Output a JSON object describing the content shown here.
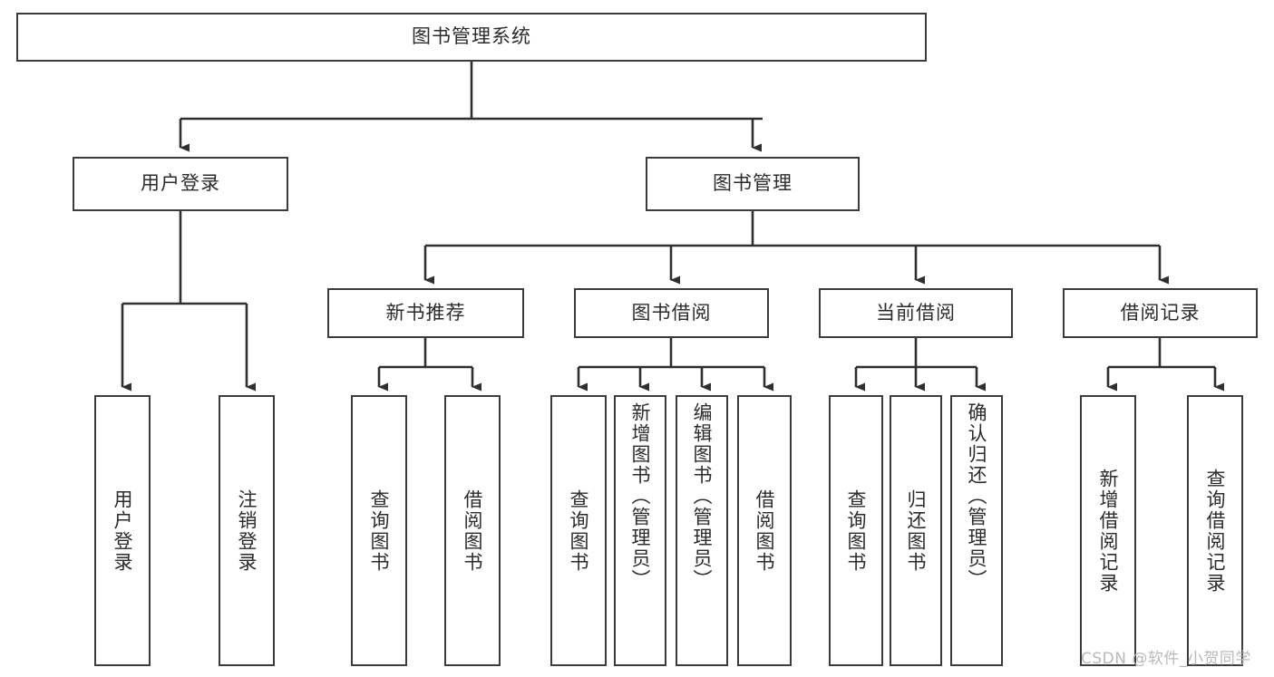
{
  "diagram": {
    "type": "tree-hierarchy",
    "title": "图书管理系统",
    "colors": {
      "box_border": "#3c3c3c",
      "box_fill": "#ffffff",
      "text": "#2b2b2b",
      "connector": "#2f2f2f",
      "background": "#ffffff",
      "watermark": "#b9b9b9"
    },
    "nodes": {
      "root": {
        "label": "图书管理系统",
        "level": 1,
        "orientation": "horizontal"
      },
      "user_login": {
        "label": "用户登录",
        "level": 2,
        "orientation": "horizontal"
      },
      "book_manage": {
        "label": "图书管理",
        "level": 2,
        "orientation": "horizontal"
      },
      "new_book_rec": {
        "label": "新书推荐",
        "level": 3,
        "orientation": "horizontal"
      },
      "book_borrow": {
        "label": "图书借阅",
        "level": 3,
        "orientation": "horizontal"
      },
      "current_borrow": {
        "label": "当前借阅",
        "level": 3,
        "orientation": "horizontal"
      },
      "borrow_record": {
        "label": "借阅记录",
        "level": 3,
        "orientation": "horizontal"
      },
      "leaf_user_login": {
        "label": "用户登录",
        "level": 4,
        "orientation": "vertical"
      },
      "leaf_logout": {
        "label": "注销登录",
        "level": 4,
        "orientation": "vertical"
      },
      "leaf_query_book_1": {
        "label": "查询图书",
        "level": 4,
        "orientation": "vertical"
      },
      "leaf_borrow_book_1": {
        "label": "借阅图书",
        "level": 4,
        "orientation": "vertical"
      },
      "leaf_query_book_2": {
        "label": "查询图书",
        "level": 4,
        "orientation": "vertical"
      },
      "leaf_add_book": {
        "label": "新增图书（管理员）",
        "level": 4,
        "orientation": "vertical"
      },
      "leaf_edit_book": {
        "label": "编辑图书（管理员）",
        "level": 4,
        "orientation": "vertical"
      },
      "leaf_borrow_book_2": {
        "label": "借阅图书",
        "level": 4,
        "orientation": "vertical"
      },
      "leaf_query_book_3": {
        "label": "查询图书",
        "level": 4,
        "orientation": "vertical"
      },
      "leaf_return_book": {
        "label": "归还图书",
        "level": 4,
        "orientation": "vertical"
      },
      "leaf_confirm_return": {
        "label": "确认归还（管理员）",
        "level": 4,
        "orientation": "vertical"
      },
      "leaf_add_record": {
        "label": "新增借阅记录",
        "level": 4,
        "orientation": "vertical"
      },
      "leaf_query_record": {
        "label": "查询借阅记录",
        "level": 4,
        "orientation": "vertical"
      }
    },
    "edges": [
      {
        "from": "root",
        "to": "user_login"
      },
      {
        "from": "root",
        "to": "book_manage"
      },
      {
        "from": "user_login",
        "to": "leaf_user_login"
      },
      {
        "from": "user_login",
        "to": "leaf_logout"
      },
      {
        "from": "book_manage",
        "to": "new_book_rec"
      },
      {
        "from": "book_manage",
        "to": "book_borrow"
      },
      {
        "from": "book_manage",
        "to": "current_borrow"
      },
      {
        "from": "book_manage",
        "to": "borrow_record"
      },
      {
        "from": "new_book_rec",
        "to": "leaf_query_book_1"
      },
      {
        "from": "new_book_rec",
        "to": "leaf_borrow_book_1"
      },
      {
        "from": "book_borrow",
        "to": "leaf_query_book_2"
      },
      {
        "from": "book_borrow",
        "to": "leaf_add_book"
      },
      {
        "from": "book_borrow",
        "to": "leaf_edit_book"
      },
      {
        "from": "book_borrow",
        "to": "leaf_borrow_book_2"
      },
      {
        "from": "current_borrow",
        "to": "leaf_query_book_3"
      },
      {
        "from": "current_borrow",
        "to": "leaf_return_book"
      },
      {
        "from": "current_borrow",
        "to": "leaf_confirm_return"
      },
      {
        "from": "borrow_record",
        "to": "leaf_add_record"
      },
      {
        "from": "borrow_record",
        "to": "leaf_query_record"
      }
    ]
  },
  "watermark": {
    "text": "CSDN @软件_小贺同学"
  }
}
